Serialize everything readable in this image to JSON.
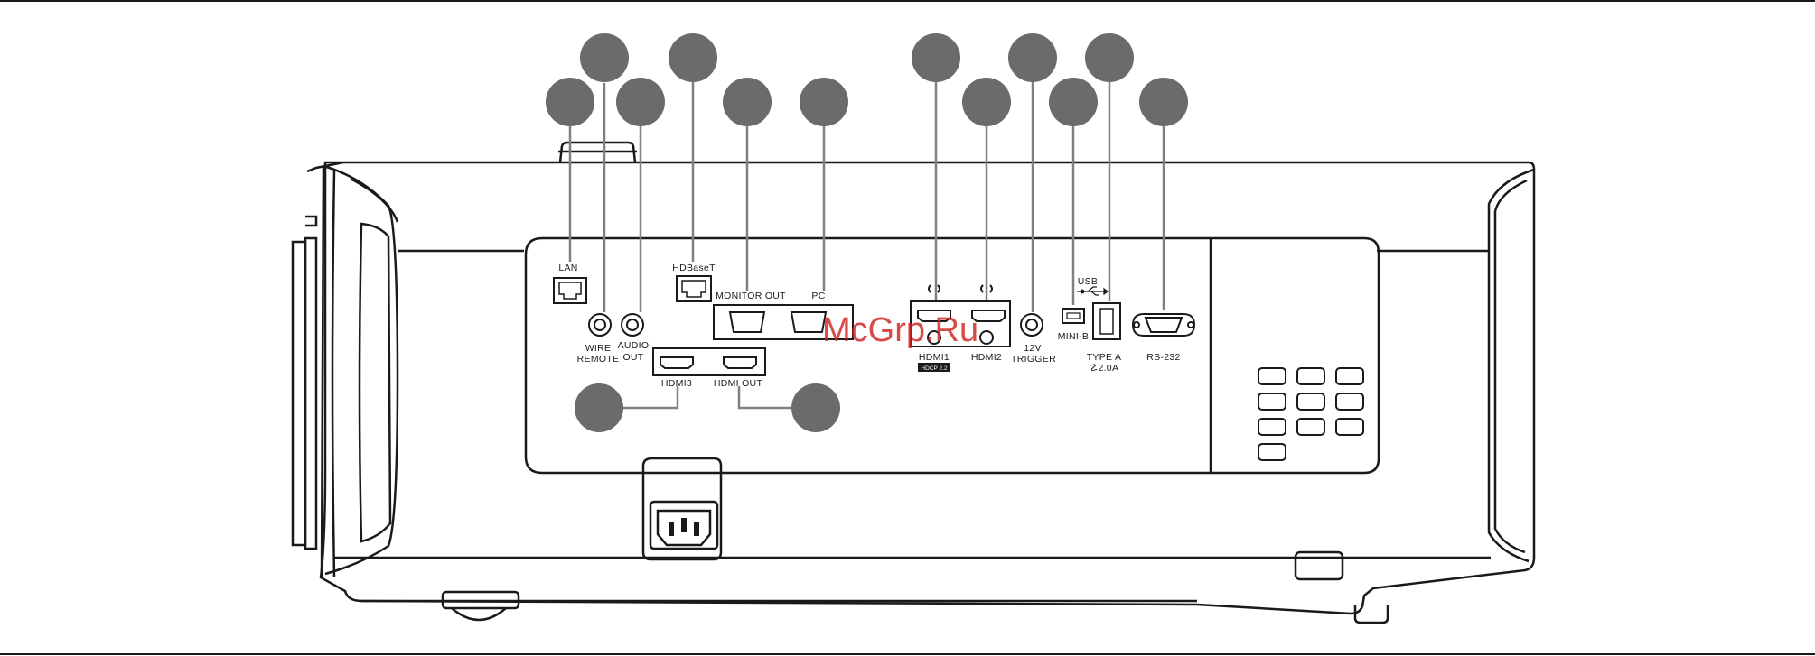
{
  "labels": {
    "lan": "LAN",
    "wire": "WIRE",
    "remote": "REMOTE",
    "audio": "AUDIO",
    "out": "OUT",
    "hdbaset": "HDBaseT",
    "monitor_out": "MONITOR OUT",
    "pc": "PC",
    "hdmi3": "HDMI3",
    "hdmi_out": "HDMI OUT",
    "hdmi1": "HDMI1",
    "hdcp": "HDCP 2.2",
    "hdmi2": "HDMI2",
    "trigger_12v": "12V",
    "trigger": "TRIGGER",
    "usb": "USB",
    "mini_b": "MINI-B",
    "type_a": "TYPE A",
    "type_a_current": "☡2.0A",
    "rs232": "RS-232"
  },
  "watermark": "McGrp.Ru",
  "colors": {
    "callout": "#6b6b6b",
    "leader": "#808080",
    "outline": "#1a1a1a",
    "watermark": "#d0221f"
  }
}
